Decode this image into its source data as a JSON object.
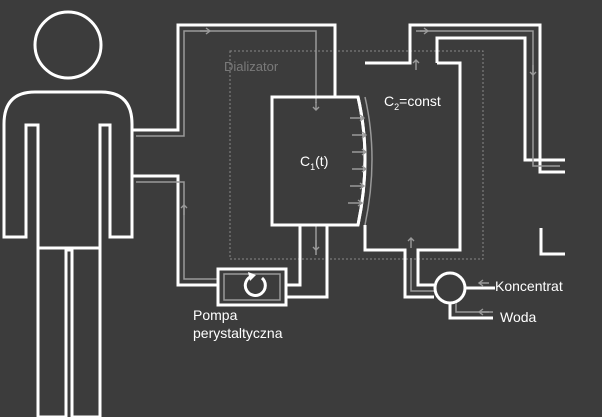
{
  "colors": {
    "background": "#3c3c3c",
    "line": "#ffffff",
    "inner_line": "#9a9a9a",
    "dialyzer_label": "#7a7a7a"
  },
  "labels": {
    "dialyzer": "Dializator",
    "c1_main": "C",
    "c1_sub": "1",
    "c1_rest": "(t)",
    "c2_main": "C",
    "c2_sub": "2",
    "c2_rest": "=const",
    "pump_line1": "Pompa",
    "pump_line2": "perystaltyczna",
    "concentrate": "Koncentrat",
    "water": "Woda"
  },
  "icons": {
    "person": "person-silhouette-icon",
    "pump": "circular-arrow-icon",
    "mixer": "mixer-circle-icon"
  }
}
